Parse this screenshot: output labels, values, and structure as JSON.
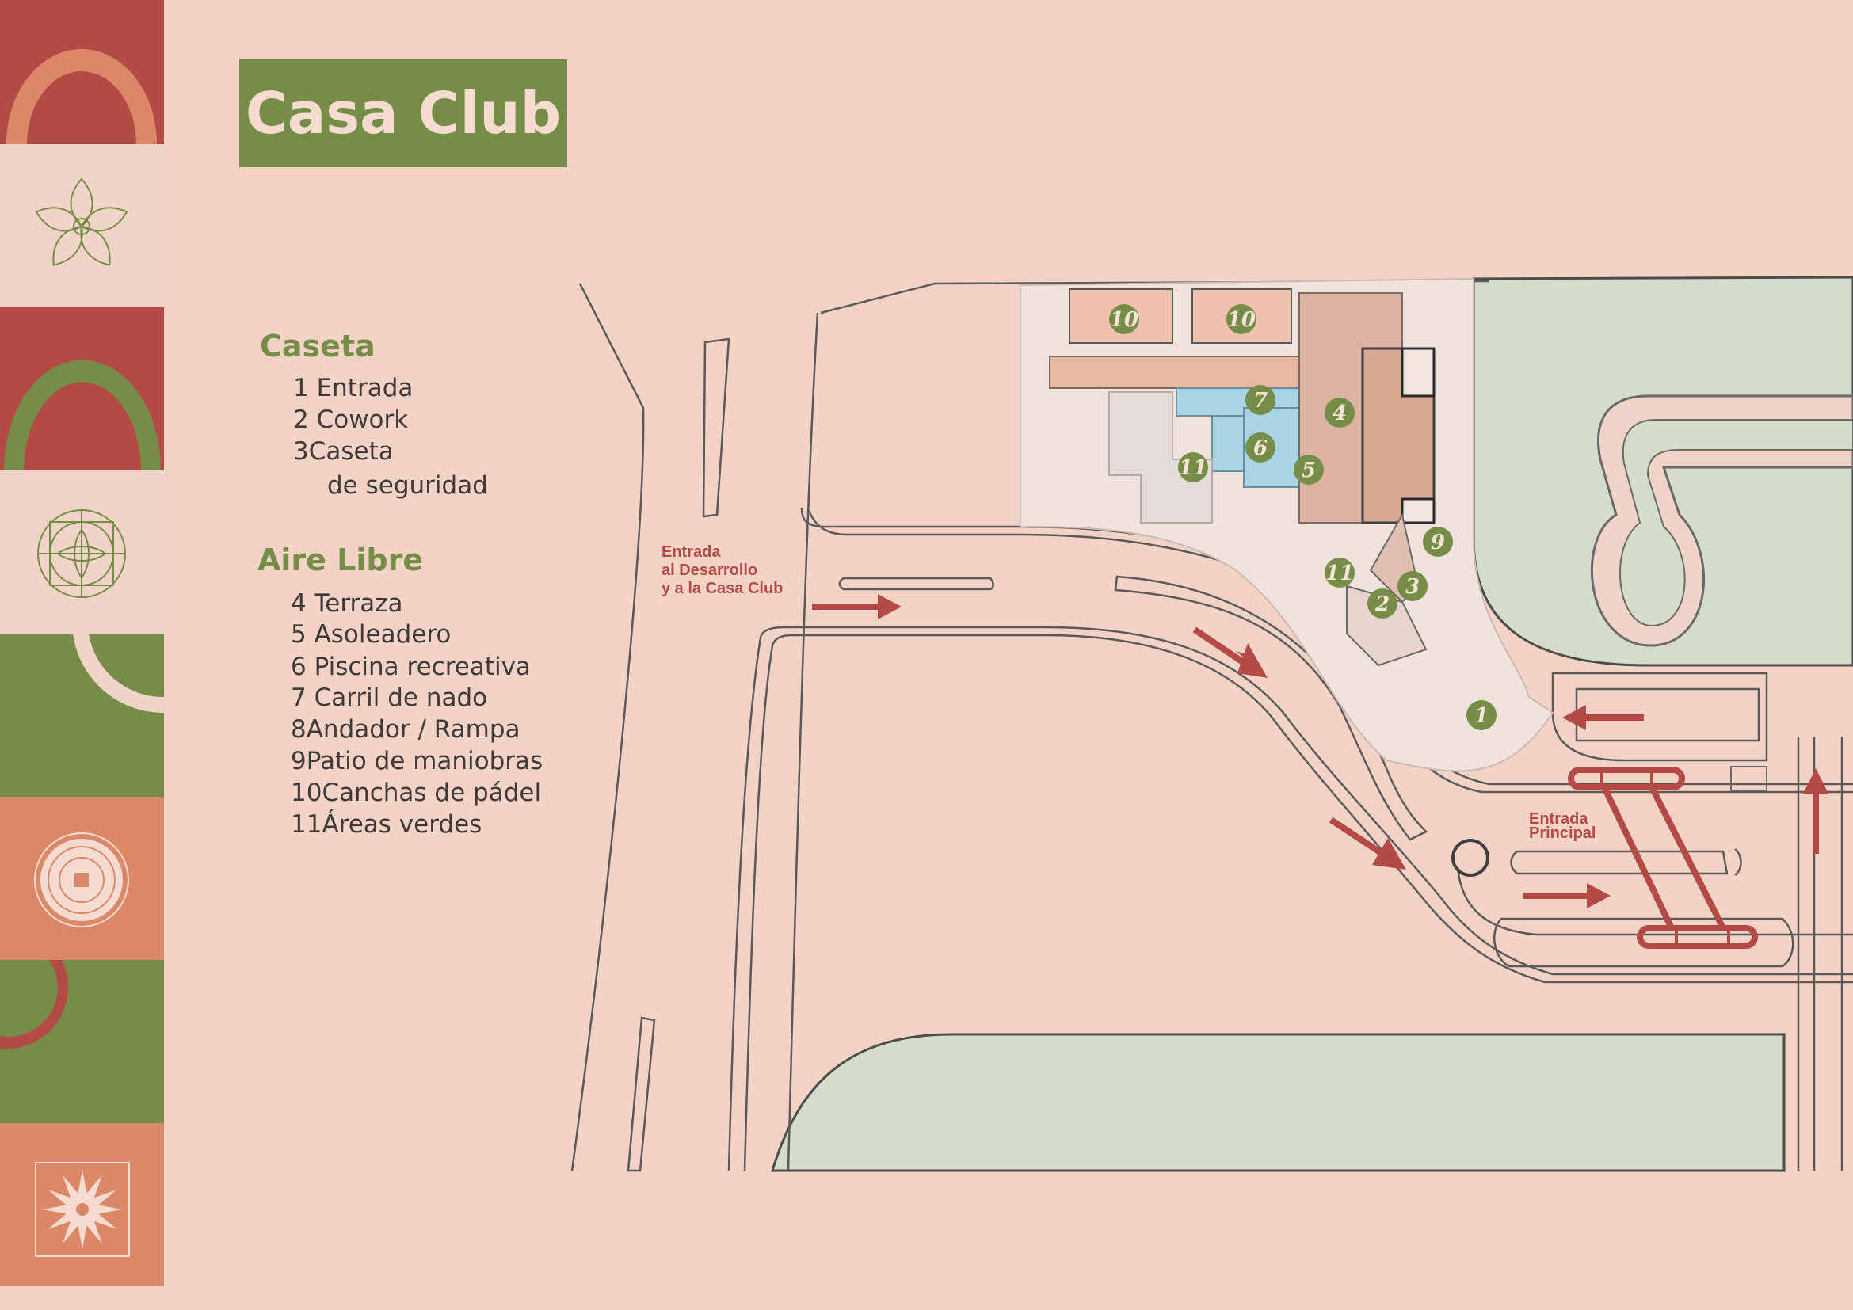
{
  "title": "Casa Club",
  "legend": {
    "caseta": {
      "heading": "Caseta",
      "items": [
        "1 Entrada",
        "2 Cowork",
        "3Caseta",
        "de seguridad"
      ]
    },
    "aire_libre": {
      "heading": "Aire Libre",
      "items": [
        "4 Terraza",
        "5 Asoleadero",
        "6   Piscina recreativa",
        "7   Carril de nado",
        "8Andador / Rampa",
        "9Patio de maniobras",
        "10Canchas de pádel",
        "11Áreas verdes"
      ]
    }
  },
  "map": {
    "label_entrada_desarrollo": [
      "Entrada",
      "al Desarrollo",
      "y a la Casa Club"
    ],
    "label_entrada_principal": [
      "Entrada",
      "Principal"
    ],
    "markers": [
      "10",
      "10",
      "7",
      "4",
      "6",
      "11",
      "5",
      "9",
      "11",
      "3",
      "2",
      "1"
    ]
  },
  "colors": {
    "background": "#f4d3c7",
    "green": "#758d47",
    "red": "#b44a45",
    "salmon": "#db8869",
    "pale": "#f2d3c8"
  },
  "sidebar_icons": [
    "arch-icon",
    "leaf-star-icon",
    "arch-icon",
    "square-ornament-icon",
    "arc-icon",
    "flower-icon",
    "arc-icon",
    "daisy-icon"
  ]
}
